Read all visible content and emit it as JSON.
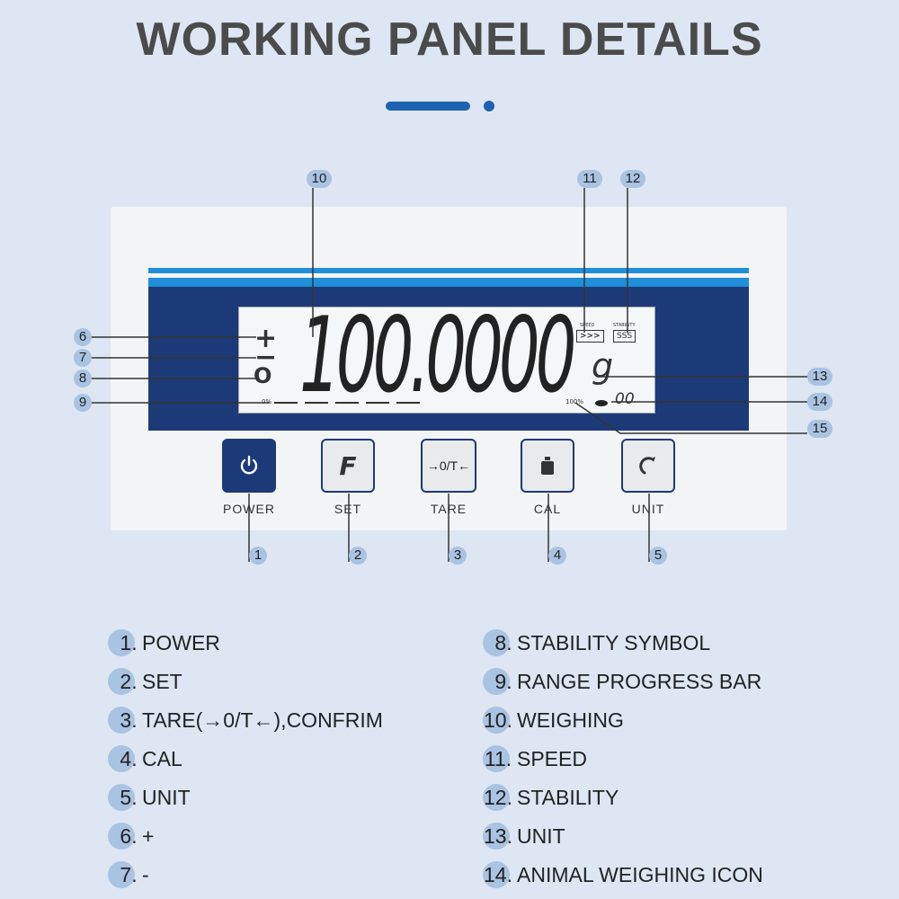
{
  "title": "WORKING PANEL DETAILS",
  "display": {
    "main_value": "100.0000",
    "unit_glyph": "g",
    "speed_label": "SPEED",
    "speed_icon": ">>>",
    "stability_label": "STABILITY",
    "stability_icon": "SSS",
    "range_start": "0%",
    "range_end": "100%",
    "animal_value": "00",
    "plus": "+",
    "minus": "−",
    "zero": "O"
  },
  "buttons": [
    {
      "label": "POWER",
      "icon": "power-icon"
    },
    {
      "label": "SET",
      "icon": "f-icon",
      "glyph": "F"
    },
    {
      "label": "TARE",
      "icon": "tare-icon",
      "glyph": "→0/T←"
    },
    {
      "label": "CAL",
      "icon": "weight-icon"
    },
    {
      "label": "UNIT",
      "icon": "unit-cycle-icon"
    }
  ],
  "callouts": [
    "1",
    "2",
    "3",
    "4",
    "5",
    "6",
    "7",
    "8",
    "9",
    "10",
    "11",
    "12",
    "13",
    "14",
    "15"
  ],
  "legend_left": [
    {
      "num": "1.",
      "text": "POWER"
    },
    {
      "num": "2.",
      "text": "SET"
    },
    {
      "num": "3.",
      "text": "TARE(→0/T←),CONFRIM"
    },
    {
      "num": "4.",
      "text": "CAL"
    },
    {
      "num": "5.",
      "text": "UNIT"
    },
    {
      "num": "6.",
      "text": "+"
    },
    {
      "num": "7.",
      "text": "-"
    }
  ],
  "legend_right": [
    {
      "num": "8.",
      "text": "STABILITY SYMBOL"
    },
    {
      "num": "9.",
      "text": "RANGE PROGRESS BAR"
    },
    {
      "num": "10.",
      "text": "WEIGHING"
    },
    {
      "num": "11.",
      "text": "SPEED"
    },
    {
      "num": "12.",
      "text": "STABILITY"
    },
    {
      "num": "13.",
      "text": "UNIT"
    },
    {
      "num": "14.",
      "text": "ANIMAL WEIGHING ICON"
    }
  ],
  "colors": {
    "navy": "#1d3a78",
    "accent": "#1d63b0",
    "callout": "#a9c3e2",
    "stripe": "#1e8fd8"
  }
}
